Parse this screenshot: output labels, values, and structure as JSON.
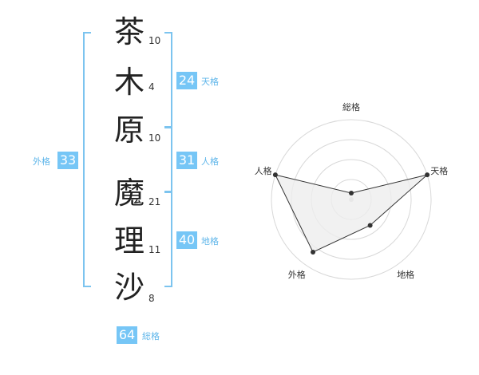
{
  "characters": [
    {
      "char": "茶",
      "strokes": "10"
    },
    {
      "char": "木",
      "strokes": "4"
    },
    {
      "char": "原",
      "strokes": "10"
    },
    {
      "char": "魔",
      "strokes": "21"
    },
    {
      "char": "理",
      "strokes": "11"
    },
    {
      "char": "沙",
      "strokes": "8"
    }
  ],
  "fortunes": {
    "tenkaku": {
      "value": "24",
      "label": "天格"
    },
    "jinkaku": {
      "value": "31",
      "label": "人格"
    },
    "chikaku": {
      "value": "40",
      "label": "地格"
    },
    "gaikaku": {
      "value": "33",
      "label": "外格"
    },
    "soukaku": {
      "value": "64",
      "label": "総格"
    }
  },
  "chart_data": {
    "type": "radar",
    "axes": [
      "総格",
      "天格",
      "地格",
      "外格",
      "人格"
    ],
    "values": [
      0.0,
      1.0,
      0.35,
      0.8,
      1.0
    ],
    "rings": 4,
    "colors": {
      "fill": "#eeeeee",
      "line": "#333333",
      "grid": "#d8d8d8",
      "point": "#333333"
    }
  }
}
